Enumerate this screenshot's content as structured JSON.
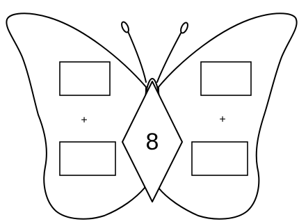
{
  "worksheet": {
    "center_number": "8",
    "left_wing_operator": "+",
    "right_wing_operator": "+",
    "answer_boxes": [
      {
        "name": "left-top-box",
        "value": ""
      },
      {
        "name": "left-bottom-box",
        "value": ""
      },
      {
        "name": "right-top-box",
        "value": ""
      },
      {
        "name": "right-bottom-box",
        "value": ""
      }
    ]
  }
}
